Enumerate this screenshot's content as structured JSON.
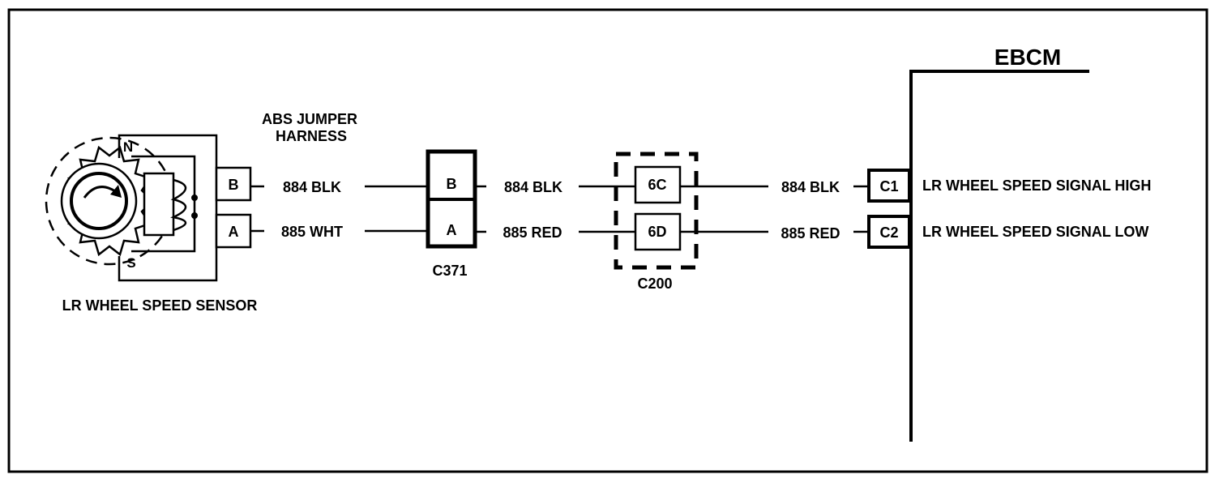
{
  "sensor": {
    "title": "LR WHEEL SPEED SENSOR",
    "pole_north": "N",
    "pole_south": "S",
    "pin_b": "B",
    "pin_a": "A"
  },
  "jumper_harness": {
    "line1": "ABS JUMPER",
    "line2": "HARNESS"
  },
  "wires": {
    "w1_top": "884 BLK",
    "w1_bottom": "885 WHT",
    "w2_top": "884 BLK",
    "w2_bottom": "885 RED",
    "w3_top": "884 BLK",
    "w3_bottom": "885 RED"
  },
  "c371": {
    "name": "C371",
    "pin_top": "B",
    "pin_bottom": "A"
  },
  "c200": {
    "name": "C200",
    "pin_top": "6C",
    "pin_bottom": "6D"
  },
  "ebcm": {
    "title": "EBCM",
    "pin_c1": "C1",
    "pin_c2": "C2",
    "signal_high": "LR WHEEL SPEED SIGNAL HIGH",
    "signal_low": "LR WHEEL SPEED SIGNAL LOW"
  }
}
